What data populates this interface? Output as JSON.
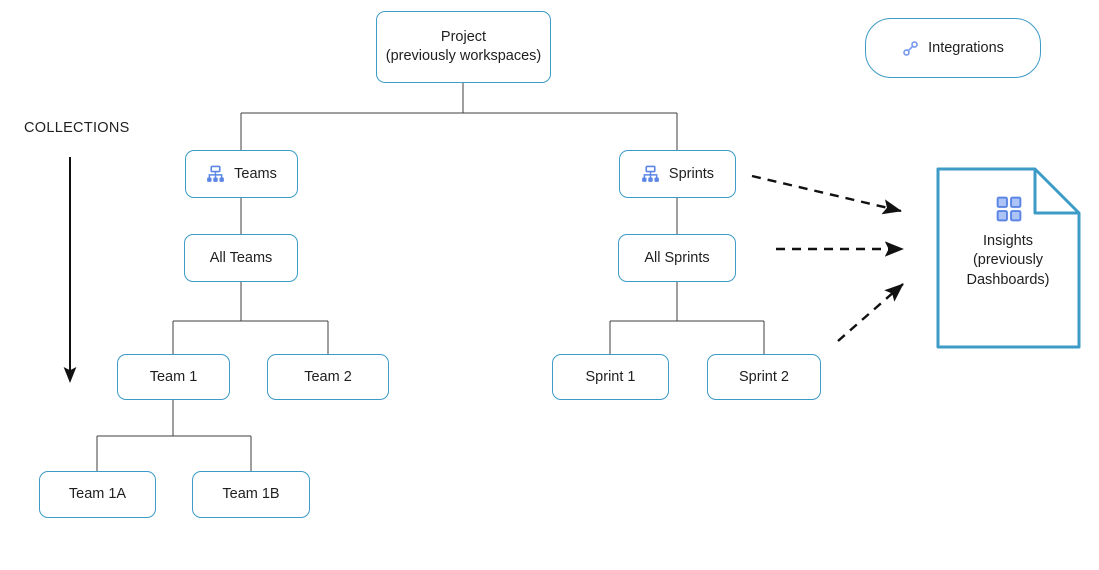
{
  "diagram": {
    "title_hidden": "",
    "colors": {
      "node_border": "#3d9bc7",
      "node_fill": "#ffffff",
      "connector": "#3f3f3f",
      "arrow_dashed": "#111111",
      "icon_blue": "#7a9cf0",
      "text": "#1f1f1f",
      "doc_border": "#3d9bc7"
    },
    "side_label": {
      "text": "COLLECTIONS",
      "arrow_direction": "down"
    },
    "nodes": [
      {
        "id": "project",
        "label": "Project\n(previously workspaces)",
        "icon": null,
        "shape": "rounded-rect"
      },
      {
        "id": "integrations",
        "label": "Integrations",
        "icon": "link-icon",
        "shape": "pill"
      },
      {
        "id": "teams",
        "label": "Teams",
        "icon": "hierarchy-icon",
        "shape": "rounded-rect"
      },
      {
        "id": "sprints",
        "label": "Sprints",
        "icon": "hierarchy-icon",
        "shape": "rounded-rect"
      },
      {
        "id": "all-teams",
        "label": "All Teams",
        "icon": null,
        "shape": "rounded-rect"
      },
      {
        "id": "all-sprints",
        "label": "All Sprints",
        "icon": null,
        "shape": "rounded-rect"
      },
      {
        "id": "team-1",
        "label": "Team 1",
        "icon": null,
        "shape": "rounded-rect"
      },
      {
        "id": "team-2",
        "label": "Team 2",
        "icon": null,
        "shape": "rounded-rect"
      },
      {
        "id": "sprint-1",
        "label": "Sprint 1",
        "icon": null,
        "shape": "rounded-rect"
      },
      {
        "id": "sprint-2",
        "label": "Sprint 2",
        "icon": null,
        "shape": "rounded-rect"
      },
      {
        "id": "team-1a",
        "label": "Team 1A",
        "icon": null,
        "shape": "rounded-rect"
      },
      {
        "id": "team-1b",
        "label": "Team 1B",
        "icon": null,
        "shape": "rounded-rect"
      }
    ],
    "document_node": {
      "id": "insights",
      "label": "Insights\n(previously\nDashboards)",
      "icon": "grid-2x2-icon",
      "shape": "document-folded-corner"
    },
    "edges": [
      {
        "from": "project",
        "to": "teams",
        "style": "solid"
      },
      {
        "from": "project",
        "to": "sprints",
        "style": "solid"
      },
      {
        "from": "teams",
        "to": "all-teams",
        "style": "solid"
      },
      {
        "from": "sprints",
        "to": "all-sprints",
        "style": "solid"
      },
      {
        "from": "all-teams",
        "to": "team-1",
        "style": "solid"
      },
      {
        "from": "all-teams",
        "to": "team-2",
        "style": "solid"
      },
      {
        "from": "all-sprints",
        "to": "sprint-1",
        "style": "solid"
      },
      {
        "from": "all-sprints",
        "to": "sprint-2",
        "style": "solid"
      },
      {
        "from": "team-1",
        "to": "team-1a",
        "style": "solid"
      },
      {
        "from": "team-1",
        "to": "team-1b",
        "style": "solid"
      },
      {
        "from": "sprints",
        "to": "insights",
        "style": "dashed-arrow"
      },
      {
        "from": "all-sprints",
        "to": "insights",
        "style": "dashed-arrow"
      },
      {
        "from": "sprint-2",
        "to": "insights",
        "style": "dashed-arrow"
      }
    ]
  }
}
